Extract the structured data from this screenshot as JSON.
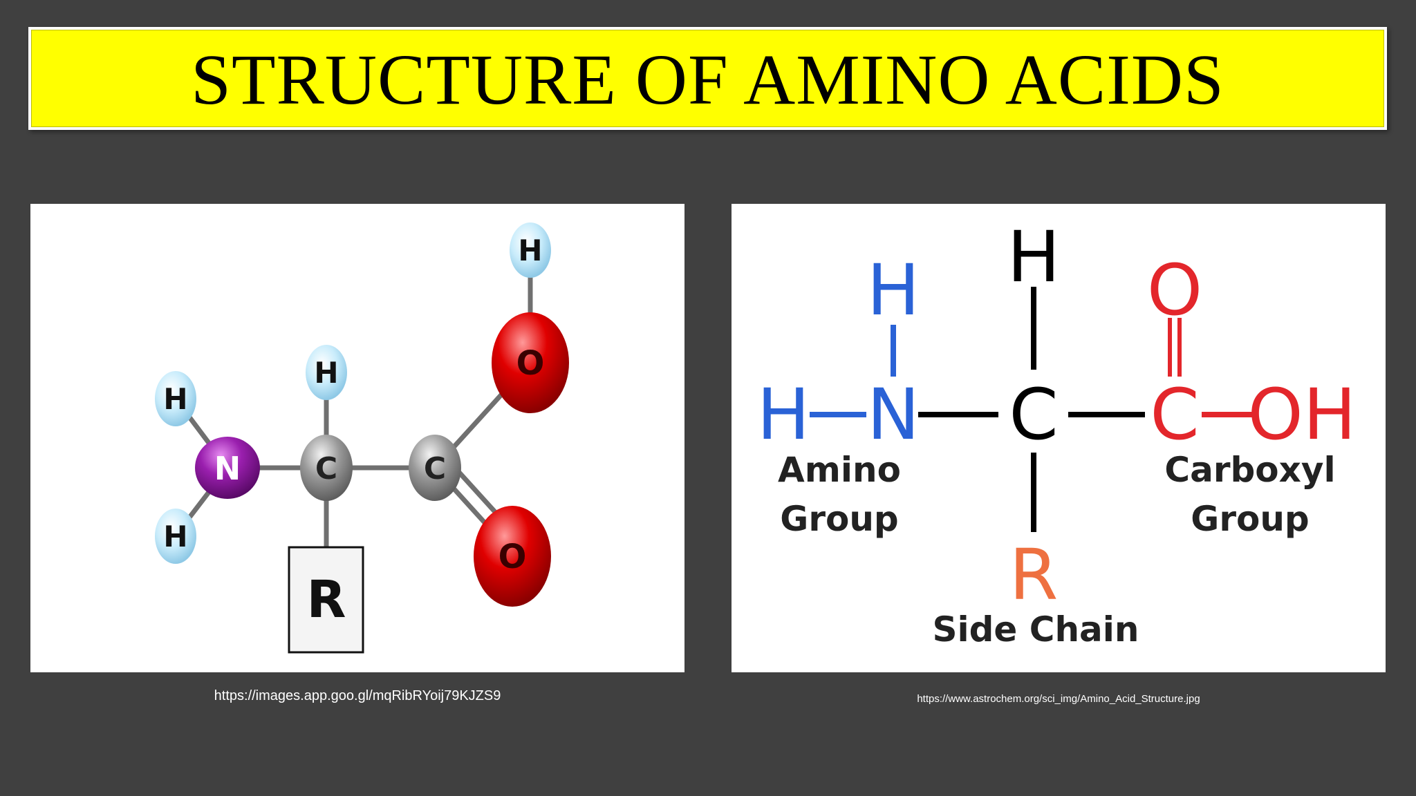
{
  "title": "STRUCTURE OF AMINO ACIDS",
  "ball_model": {
    "atoms": {
      "h_top_right": "H",
      "o_upper": "O",
      "h_alpha": "H",
      "h_amine_upper": "H",
      "n": "N",
      "c_alpha": "C",
      "c_carboxyl": "C",
      "h_amine_lower": "H",
      "o_lower": "O"
    },
    "r_group": "R",
    "colors": {
      "hydrogen": "#bfe6f7",
      "nitrogen": "#8a1a9c",
      "carbon": "#8c8c8c",
      "oxygen": "#d10000",
      "bond": "#707070"
    }
  },
  "structural_formula": {
    "amine_h_top": "H",
    "amine_h_left": "H",
    "amine_n": "N",
    "alpha_h": "H",
    "alpha_c": "C",
    "carbonyl_o": "O",
    "carboxyl_c": "C",
    "hydroxyl": "OH",
    "side_chain_r": "R",
    "amino_label_line1": "Amino",
    "amino_label_line2": "Group",
    "carboxyl_label_line1": "Carboxyl",
    "carboxyl_label_line2": "Group",
    "side_chain_label": "Side Chain",
    "colors": {
      "amino": "#2a62d6",
      "carboxyl": "#e3262b",
      "side_chain": "#ee7040",
      "neutral": "#000000"
    }
  },
  "sources": {
    "left": "https://images.app.goo.gl/mqRibRYoij79KJZS9",
    "right": "https://www.astrochem.org/sci_img/Amino_Acid_Structure.jpg"
  }
}
